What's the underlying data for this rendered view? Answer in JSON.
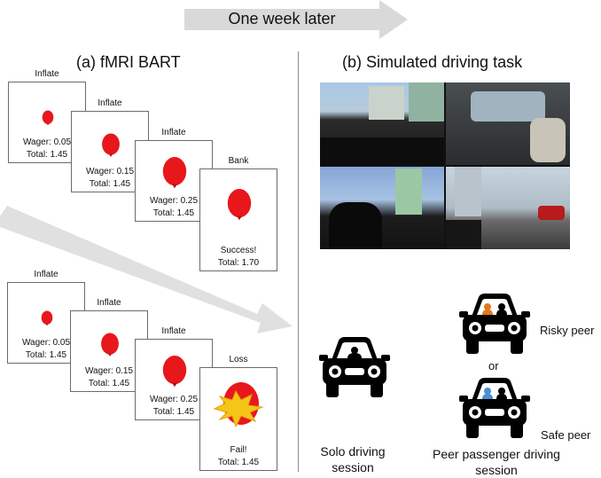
{
  "top_arrow": {
    "label": "One week later"
  },
  "panel_a": {
    "title": "(a) fMRI BART",
    "success_sequence": [
      {
        "action": "Inflate",
        "line1": "Wager: 0.05",
        "line2": "Total: 1.45"
      },
      {
        "action": "Inflate",
        "line1": "Wager: 0.15",
        "line2": "Total: 1.45"
      },
      {
        "action": "Inflate",
        "line1": "Wager: 0.25",
        "line2": "Total: 1.45"
      },
      {
        "action": "Bank",
        "line1": "Success!",
        "line2": "Total: 1.70"
      }
    ],
    "loss_sequence": [
      {
        "action": "Inflate",
        "line1": "Wager: 0.05",
        "line2": "Total: 1.45"
      },
      {
        "action": "Inflate",
        "line1": "Wager: 0.15",
        "line2": "Total: 1.45"
      },
      {
        "action": "Inflate",
        "line1": "Wager: 0.25",
        "line2": "Total: 1.45"
      },
      {
        "action": "Loss",
        "line1": "Fail!",
        "line2": "Total: 1.45"
      }
    ]
  },
  "panel_b": {
    "title": "(b) Simulated driving task",
    "solo_caption": [
      "Solo driving",
      "session"
    ],
    "peer_caption": [
      "Peer passenger driving",
      "session"
    ],
    "risky_label": "Risky peer",
    "or_label": "or",
    "safe_label": "Safe peer"
  },
  "colors": {
    "arrow": "#d9d9d9",
    "balloon": "#e8171b",
    "burst": "#f5c517",
    "divider": "#8c8c8c"
  }
}
